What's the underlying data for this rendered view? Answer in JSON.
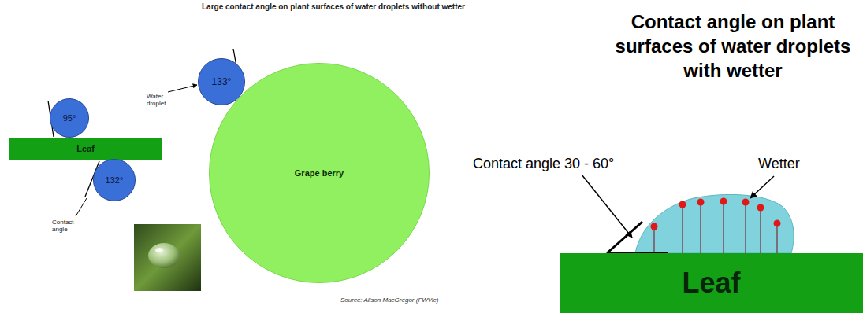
{
  "diagram": {
    "title": "Contact angle on plant surfaces of water droplets with wetter",
    "nodes": [
      {
        "text": [
          "95°"
        ]
      },
      {
        "text": [
          "Leaf"
        ]
      },
      {
        "text": [
          "132°"
        ]
      },
      {
        "text": [
          "133°"
        ]
      },
      {
        "text": [
          "Grape berry"
        ]
      },
      {
        "text": [
          "Leaf"
        ]
      }
    ],
    "labels": [
      "Large contact angle on plant surfaces of water droplets without wetter",
      "Water droplet",
      "Contact angle",
      "Contact angle 30 - 60°",
      "Wetter",
      "Source: Alison MacGregor (FWVic)"
    ]
  }
}
